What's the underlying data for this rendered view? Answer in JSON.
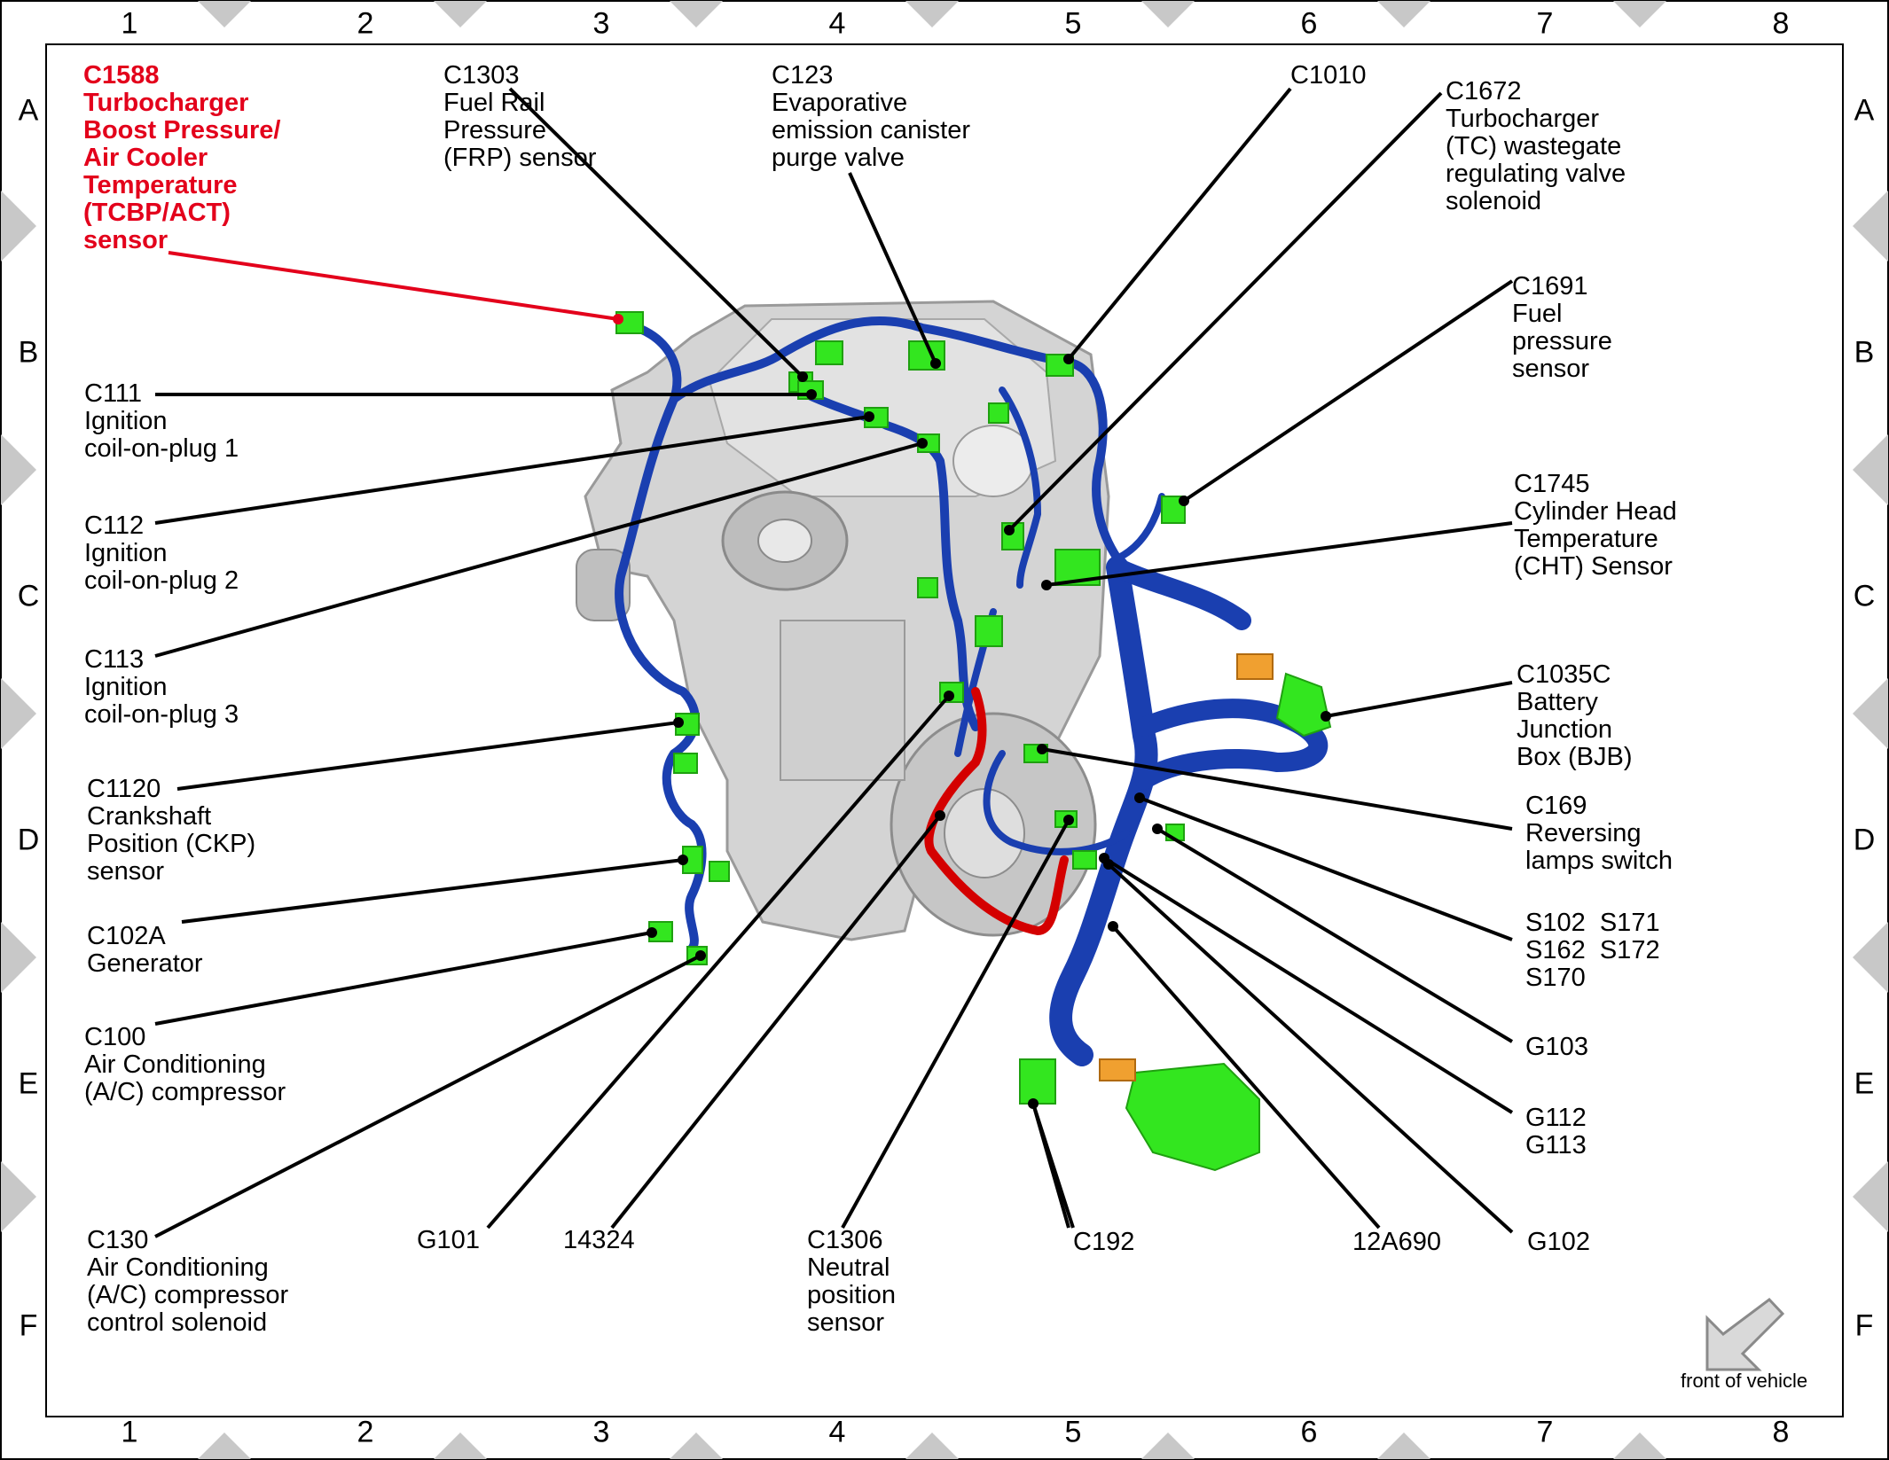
{
  "grid": {
    "columns": [
      "1",
      "2",
      "3",
      "4",
      "5",
      "6",
      "7",
      "8"
    ],
    "rows": [
      "A",
      "B",
      "C",
      "D",
      "E",
      "F"
    ]
  },
  "callouts": {
    "c1588": "C1588\nTurbocharger\nBoost Pressure/\nAir Cooler\nTemperature\n(TCBP/ACT)\nsensor",
    "c1303": "C1303\nFuel Rail\nPressure\n(FRP) sensor",
    "c123": "C123\nEvaporative\nemission canister\npurge valve",
    "c1010": "C1010",
    "c1672": "C1672\nTurbocharger\n(TC) wastegate\nregulating valve\nsolenoid",
    "c1691": "C1691\nFuel\npressure\nsensor",
    "c111": "C111\nIgnition\ncoil-on-plug 1",
    "c112": "C112\nIgnition\ncoil-on-plug 2",
    "c113": "C113\nIgnition\ncoil-on-plug 3",
    "c1745": "C1745\nCylinder Head\nTemperature\n(CHT) Sensor",
    "c1035c": "C1035C\nBattery\nJunction\nBox (BJB)",
    "c1120": "C1120\nCrankshaft\nPosition (CKP)\nsensor",
    "c169": "C169\nReversing\nlamps switch",
    "c102a": "C102A\nGenerator",
    "splices": "S102  S171\nS162  S172\nS170",
    "g103": "G103",
    "c100": "C100\nAir Conditioning\n(A/C) compressor",
    "g112": "G112\nG113",
    "c130": "C130\nAir Conditioning\n(A/C) compressor\ncontrol solenoid",
    "g101": "G101",
    "n14324": "14324",
    "c1306": "C1306\nNeutral\nposition\nsensor",
    "c192": "C192",
    "n12a690": "12A690",
    "g102": "G102"
  },
  "orientation_label": "front of vehicle",
  "colors": {
    "harness": "#1a3fb0",
    "harness_dark": "#0b2585",
    "highlight_wire": "#d40000",
    "connector": "#33e61f",
    "orange_connector": "#f0a030",
    "engine": "#c9c9c9",
    "border_triangle": "#c8c8c8",
    "red_label": "#e3001b"
  }
}
